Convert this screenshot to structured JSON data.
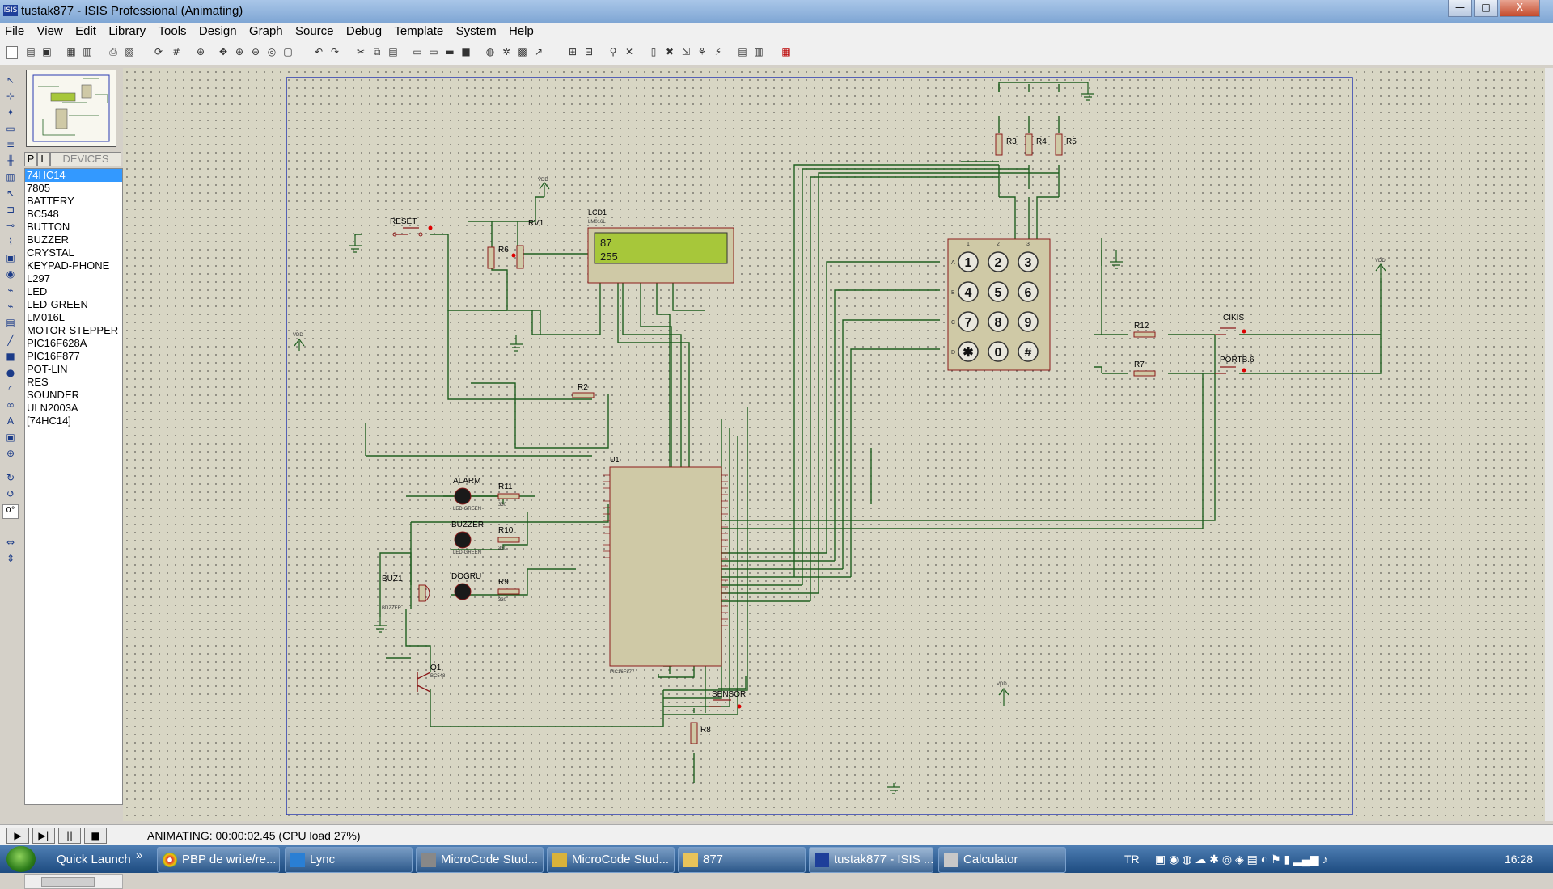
{
  "window": {
    "title": "tustak877 - ISIS Professional (Animating)",
    "app_icon_label": "ISIS",
    "buttons": {
      "minimize": "—",
      "maximize": "□",
      "close": "X"
    }
  },
  "menu": [
    "File",
    "View",
    "Edit",
    "Library",
    "Tools",
    "Design",
    "Graph",
    "Source",
    "Debug",
    "Template",
    "System",
    "Help"
  ],
  "side_panel": {
    "tabs": {
      "p": "P",
      "l": "L",
      "devices": "DEVICES"
    },
    "devices": [
      "74HC14",
      "7805",
      "BATTERY",
      "BC548",
      "BUTTON",
      "BUZZER",
      "CRYSTAL",
      "KEYPAD-PHONE",
      "L297",
      "LED",
      "LED-GREEN",
      "LM016L",
      "MOTOR-STEPPER",
      "PIC16F628A",
      "PIC16F877",
      "POT-LIN",
      "RES",
      "SOUNDER",
      "ULN2003A",
      "[74HC14]"
    ],
    "selected_device": "74HC14",
    "rotation": "0°"
  },
  "schematic": {
    "lcd": {
      "ref": "LCD1",
      "part": "LM016L",
      "line1": "87",
      "line2": "255"
    },
    "mcu": {
      "ref": "U1",
      "part": "PIC16F877"
    },
    "keypad": {
      "keys": [
        "1",
        "2",
        "3",
        "4",
        "5",
        "6",
        "7",
        "8",
        "9",
        "✱",
        "0",
        "#"
      ],
      "rows": [
        "A",
        "B",
        "C",
        "D"
      ],
      "cols": [
        "1",
        "2",
        "3"
      ]
    },
    "labels": {
      "reset": "RESET",
      "rv1": "RV1",
      "r6": "R6",
      "r2": "R2",
      "r3": "R3",
      "r4": "R4",
      "r5": "R5",
      "alarm": "ALARM",
      "buzzer": "BUZZER",
      "dogru": "DOGRU",
      "r11": "R11",
      "r10": "R10",
      "r9": "R9",
      "buz1": "BUZ1",
      "q1": "Q1",
      "sensor": "SENSÖR",
      "r8": "R8",
      "r12": "R12",
      "r7": "R7",
      "cikis": "CIKIS",
      "portb6": "PORTB.6",
      "vdd": "VDD",
      "ohm330": "330",
      "buzzer_part": "BUZZER",
      "bc548": "BC548",
      "led_green": "LED-GREEN"
    }
  },
  "status": {
    "text": "ANIMATING: 00:00:02.45 (CPU load 27%)"
  },
  "taskbar": {
    "quick_launch": "Quick Launch",
    "items": [
      {
        "label": "PBP de write/re...",
        "active": false
      },
      {
        "label": "Lync",
        "active": false
      },
      {
        "label": "MicroCode Stud...",
        "active": false
      },
      {
        "label": "MicroCode Stud...",
        "active": false
      },
      {
        "label": "877",
        "active": false
      },
      {
        "label": "tustak877 - ISIS ...",
        "active": true
      },
      {
        "label": "Calculator",
        "active": false
      }
    ],
    "lang": "TR",
    "clock": "16:28"
  },
  "colors": {
    "canvas": "#d8d6c4",
    "wire": "#1f5e1f",
    "component": "#8b1a1a",
    "lcd_screen": "#a7c73a",
    "sheet_border": "#2a3bb0"
  }
}
